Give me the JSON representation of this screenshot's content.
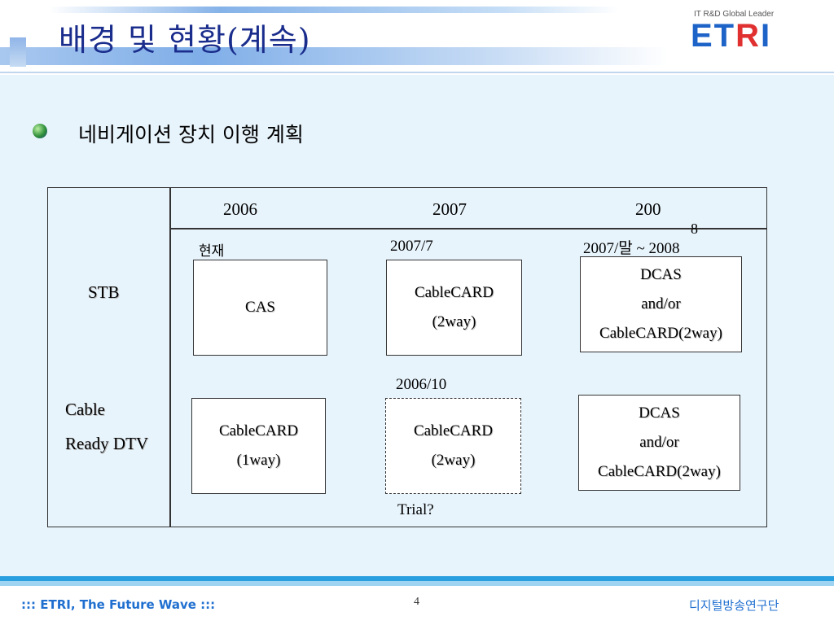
{
  "header": {
    "title": "배경 및 현황(계속)",
    "logo_tagline": "IT R&D Global Leader",
    "logo_text_a": "ET",
    "logo_text_r": "R",
    "logo_text_b": "I"
  },
  "section": {
    "heading": "네비게이션 장치 이행 계획"
  },
  "table": {
    "years": [
      "2006",
      "2007",
      "200"
    ],
    "year_wrap": "8",
    "rows": {
      "stb": "STB",
      "cable_line1": "Cable",
      "cable_line2": "Ready DTV"
    },
    "stb_labels": [
      "현재",
      "2007/7",
      "2007/말 ~ 2008"
    ],
    "stb_boxes": [
      {
        "lines": [
          "CAS"
        ]
      },
      {
        "lines": [
          "CableCARD",
          "(2way)"
        ]
      },
      {
        "lines": [
          "DCAS",
          "and/or",
          "CableCARD(2way)"
        ]
      }
    ],
    "cable_label_mid": "2006/10",
    "cable_boxes": [
      {
        "lines": [
          "CableCARD",
          "(1way)"
        ]
      },
      {
        "lines": [
          "CableCARD",
          "(2way)"
        ]
      },
      {
        "lines": [
          "DCAS",
          "and/or",
          "CableCARD(2way)"
        ]
      }
    ],
    "trial_note": "Trial?"
  },
  "footer": {
    "left_text": "::: ETRI, The Future Wave :::",
    "page_number": "4",
    "right_text": "디지털방송연구단"
  }
}
